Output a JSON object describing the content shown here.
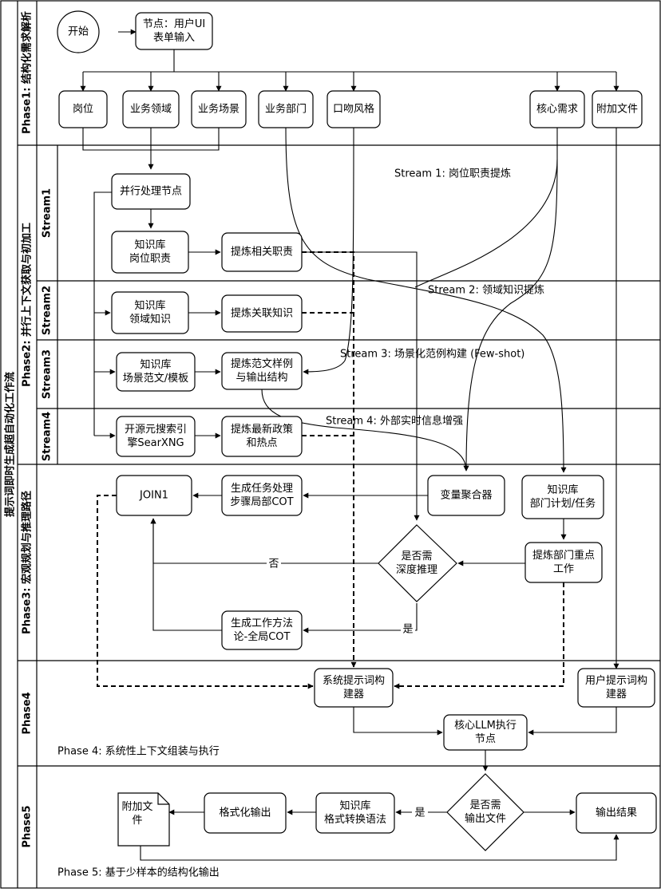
{
  "title": "提示词即时生成超自动化工作流",
  "phases": {
    "p1": "Phase1: 结构化需求解析",
    "p2": "Phase2: 并行上下文获取与初加工",
    "p3": "Phase3: 宏观规划与推理路径",
    "p4": "Phase4",
    "p5": "Phase5"
  },
  "streams": {
    "s1": "Stream1",
    "s2": "Stream2",
    "s3": "Stream3",
    "s4": "Stream4"
  },
  "notes": {
    "stream1": "Stream 1: 岗位职责提炼",
    "stream2": "Stream 2: 领域知识提炼",
    "stream3": "Stream 3: 场景化范例构建 (Few-shot)",
    "stream4": "Stream 4: 外部实时信息增强",
    "phase4": "Phase 4: 系统性上下文组装与执行",
    "phase5": "Phase 5: 基于少样本的结构化输出"
  },
  "nodes": {
    "start": "开始",
    "ui_form": [
      "节点：用户UI",
      "表单输入"
    ],
    "post": "岗位",
    "biz_domain": "业务领域",
    "biz_scene": "业务场景",
    "biz_dept": "业务部门",
    "tone": "口吻风格",
    "core_need": "核心需求",
    "attach": "附加文件",
    "parallel": "并行处理节点",
    "kb_post": [
      "知识库",
      "岗位职责"
    ],
    "refine_duty": "提炼相关职责",
    "kb_domain": [
      "知识库",
      "领域知识"
    ],
    "refine_know": "提炼关联知识",
    "kb_scene": [
      "知识库",
      "场景范文/模板"
    ],
    "refine_sample": [
      "提炼范文样例",
      "与输出结构"
    ],
    "searxng": [
      "开源元搜索引",
      "擎SearXNG"
    ],
    "refine_policy": [
      "提炼最新政策",
      "和热点"
    ],
    "join1": "JOIN1",
    "local_cot": [
      "生成任务处理",
      "步骤局部COT"
    ],
    "aggregator": "变量聚合器",
    "kb_dept": [
      "知识库",
      "部门计划/任务"
    ],
    "deep_reason": [
      "是否需",
      "深度推理"
    ],
    "refine_dept": [
      "提炼部门重点",
      "工作"
    ],
    "global_cot": [
      "生成工作方法",
      "论-全局COT"
    ],
    "sys_prompt": [
      "系统提示词构",
      "建器"
    ],
    "user_prompt": [
      "用户提示词构",
      "建器"
    ],
    "core_llm": [
      "核心LLM执行",
      "节点"
    ],
    "attach_file": [
      "附加文",
      "件"
    ],
    "format_out": "格式化输出",
    "kb_format": [
      "知识库",
      "格式转换语法"
    ],
    "need_file": [
      "是否需",
      "输出文件"
    ],
    "result": "输出结果"
  },
  "edge_labels": {
    "no": "否",
    "yes_cot": "是",
    "yes_file": "是"
  }
}
